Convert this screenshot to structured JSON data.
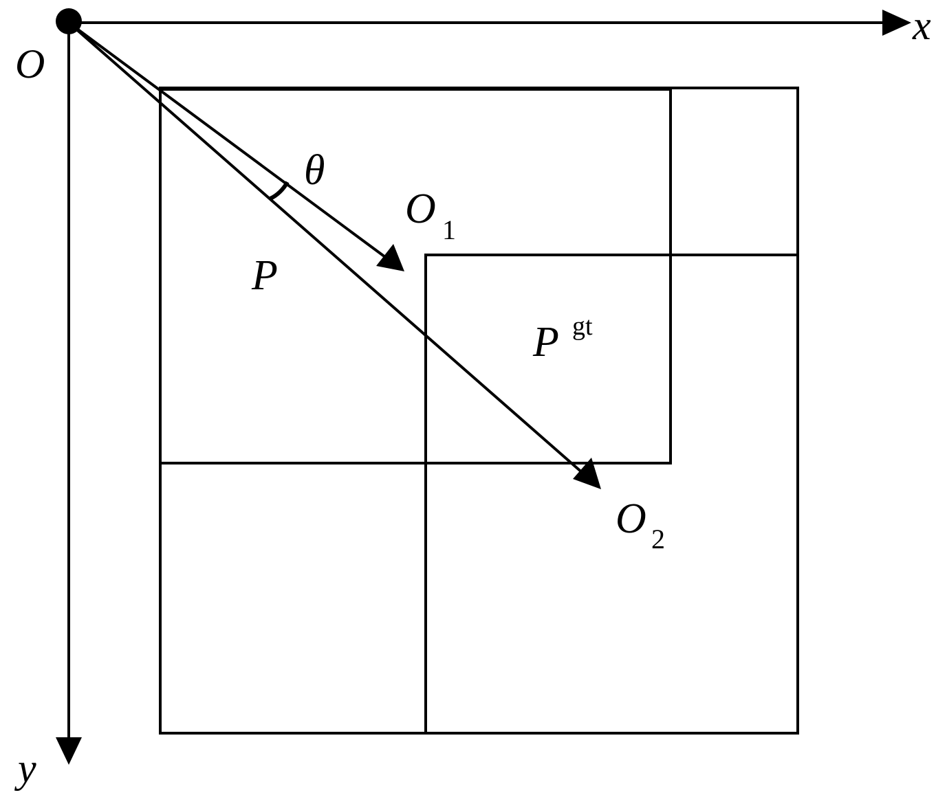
{
  "labels": {
    "origin": "O",
    "x_axis": "x",
    "y_axis": "y",
    "theta": "θ",
    "o1": "O",
    "o1_sub": "1",
    "o2": "O",
    "o2_sub": "2",
    "p": "P",
    "pgt": "P",
    "pgt_sup": "gt"
  },
  "colors": {
    "stroke": "#000000",
    "background": "#ffffff"
  }
}
